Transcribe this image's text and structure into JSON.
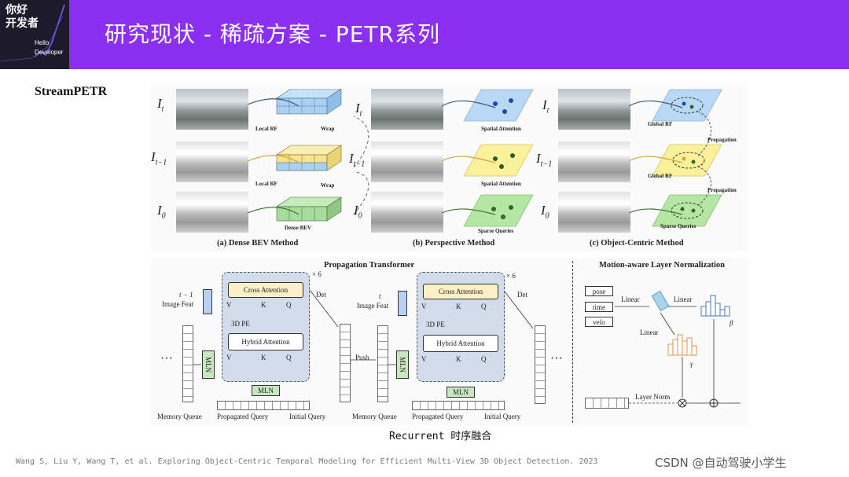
{
  "header": {
    "logo_cn_line1": "你好",
    "logo_cn_line2": "开发者",
    "logo_en_line1": "Hello",
    "logo_en_line2": "Developer",
    "title": "研究现状 - 稀疏方案 - PETR系列"
  },
  "section_label": "StreamPETR",
  "top_figure": {
    "frame_labels": [
      "I",
      "I",
      "I"
    ],
    "frame_subs": [
      "t",
      "t−1",
      "0"
    ],
    "panels": [
      {
        "caption": "(a) Dense BEV Method",
        "labels": [
          "Local RF",
          "Wrap",
          "Local RF",
          "Wrap",
          "Dense BEV"
        ]
      },
      {
        "caption": "(b) Perspective Method",
        "labels": [
          "Spatial Attention",
          "Spatial Attention",
          "Sparse Queries"
        ]
      },
      {
        "caption": "(c) Object-Centric Method",
        "labels": [
          "Global RF",
          "Propagation",
          "Global RF",
          "Propagation",
          "Sparse Queries"
        ]
      }
    ]
  },
  "bottom_figure": {
    "title_left": "Propagation Transformer",
    "title_right": "Motion-aware Layer Normalization",
    "times6": "× 6",
    "cross_attention": "Cross Attention",
    "hybrid_attention": "Hybrid Attention",
    "pe3d": "3D PE",
    "mln": "MLN",
    "det": "Det",
    "image_feat_1_t": "t − 1",
    "image_feat_2_t": "t",
    "image_feat": "Image Feat",
    "v": "V",
    "k": "K",
    "q": "Q",
    "push": "Push",
    "memory_queue": "Memory Queue",
    "propagated_query": "Propagated Query",
    "initial_query": "Initial Query",
    "ellipsis": "···",
    "mln_inputs": [
      "pose",
      "time",
      "velo"
    ],
    "linear": "Linear",
    "beta": "β",
    "gamma": "γ",
    "layer_norm": "Layer Norm"
  },
  "caption": "Recurrent 时序融合",
  "footer_reference": "Wang S, Liu Y, Wang T, et al. Exploring Object-Centric Temporal Modeling for Efficient Multi-View 3D Object Detection. 2023",
  "watermark": "CSDN @自动驾驶小学生",
  "colors": {
    "header": "#8b2ff0",
    "logo_bg": "#1d1b2a",
    "bev_blue": "#a9d2f2",
    "bev_yellow": "#f7e58e",
    "bev_green": "#a8dc9c",
    "cross_attention": "#fdf0c6",
    "transformer_bg": "#d3dcea"
  }
}
